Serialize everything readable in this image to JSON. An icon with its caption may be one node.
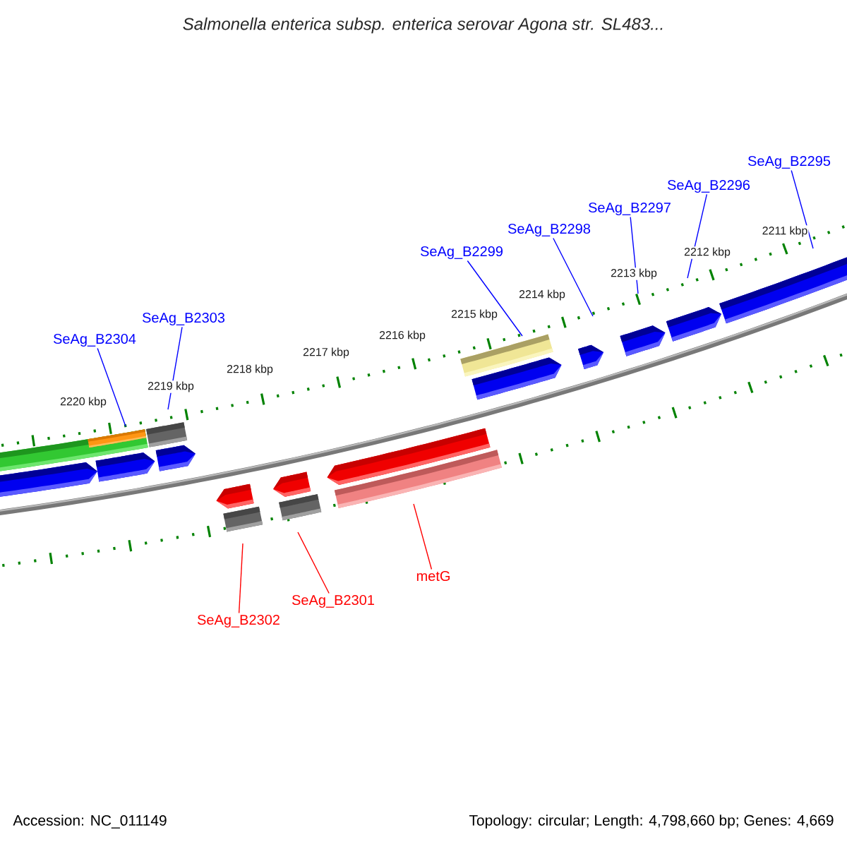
{
  "diagram": {
    "title": "Salmonella enterica subsp. enterica serovar Agona str. SL483...",
    "nodes": [
      {
        "text": [
          "SeAg_B2304"
        ]
      },
      {
        "text": [
          "SeAg_B2303"
        ]
      },
      {
        "text": [
          "SeAg_B2299"
        ]
      },
      {
        "text": [
          "SeAg_B2298"
        ]
      },
      {
        "text": [
          "SeAg_B2297"
        ]
      },
      {
        "text": [
          "SeAg_B2296"
        ]
      },
      {
        "text": [
          "SeAg_B2295"
        ]
      },
      {
        "text": [
          "SeAg_B2302"
        ]
      },
      {
        "text": [
          "SeAg_B2301"
        ]
      },
      {
        "text": [
          "metG"
        ]
      }
    ],
    "edges": [
      {
        "from": 0,
        "to": null,
        "arrow": "none"
      },
      {
        "from": 1,
        "to": null,
        "arrow": "none"
      },
      {
        "from": 2,
        "to": null,
        "arrow": "none"
      },
      {
        "from": 3,
        "to": null,
        "arrow": "none"
      },
      {
        "from": 4,
        "to": null,
        "arrow": "none"
      },
      {
        "from": 5,
        "to": null,
        "arrow": "none"
      },
      {
        "from": 6,
        "to": null,
        "arrow": "none"
      },
      {
        "from": 7,
        "to": null,
        "arrow": "none",
        "color": "#ff0000"
      },
      {
        "from": 8,
        "to": null,
        "arrow": "none",
        "color": "#ff0000"
      },
      {
        "from": 9,
        "to": null,
        "arrow": "none",
        "color": "#ff0000"
      }
    ],
    "labels": [
      "2220 kbp",
      "2219 kbp",
      "2218 kbp",
      "2217 kbp",
      "2216 kbp",
      "2215 kbp",
      "2214 kbp",
      "2213 kbp",
      "2212 kbp",
      "2211 kbp",
      "Accession: NC_011149",
      "Topology: circular; Length: 4,798,660 bp; Genes: 4,669"
    ]
  }
}
